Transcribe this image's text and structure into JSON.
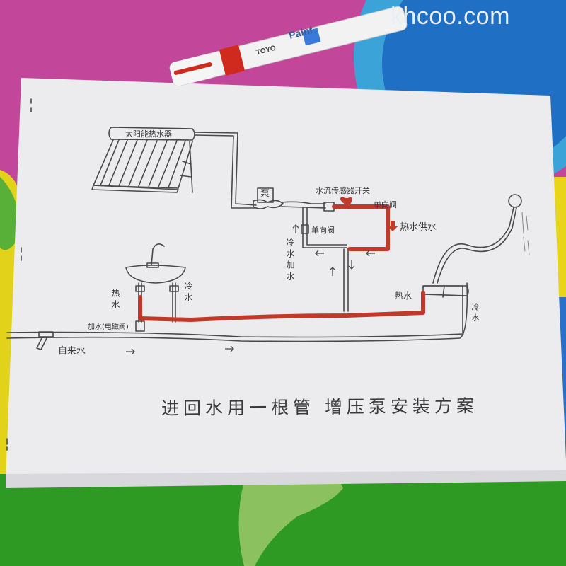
{
  "watermark": "khcoo.com",
  "marker": {
    "brand": "TOYO",
    "name": "Paint",
    "cap_color": "#d02a1e"
  },
  "diagram": {
    "title": "进回水用一根管 增压泵安装方案",
    "labels": {
      "solar_heater": "太阳能热水器",
      "pump": "泵",
      "flow_switch": "水流传感器开关",
      "check_valve_top": "单向阀",
      "hot_water_supply": "热水供水",
      "check_valve_mid": "单向阀",
      "cold_water_feed": "冷水加水",
      "hot_water_sink": "热水",
      "cold_water_sink": "冷水",
      "solenoid_valve": "加水(电磁阀)",
      "tap_water": "自来水",
      "hot_water_shower": "热水",
      "cold_water_shower": "冷水"
    },
    "colors": {
      "hot_pipe": "#c0392b",
      "pipe_line": "#4a4a4a",
      "paper": "#ecebee"
    }
  }
}
